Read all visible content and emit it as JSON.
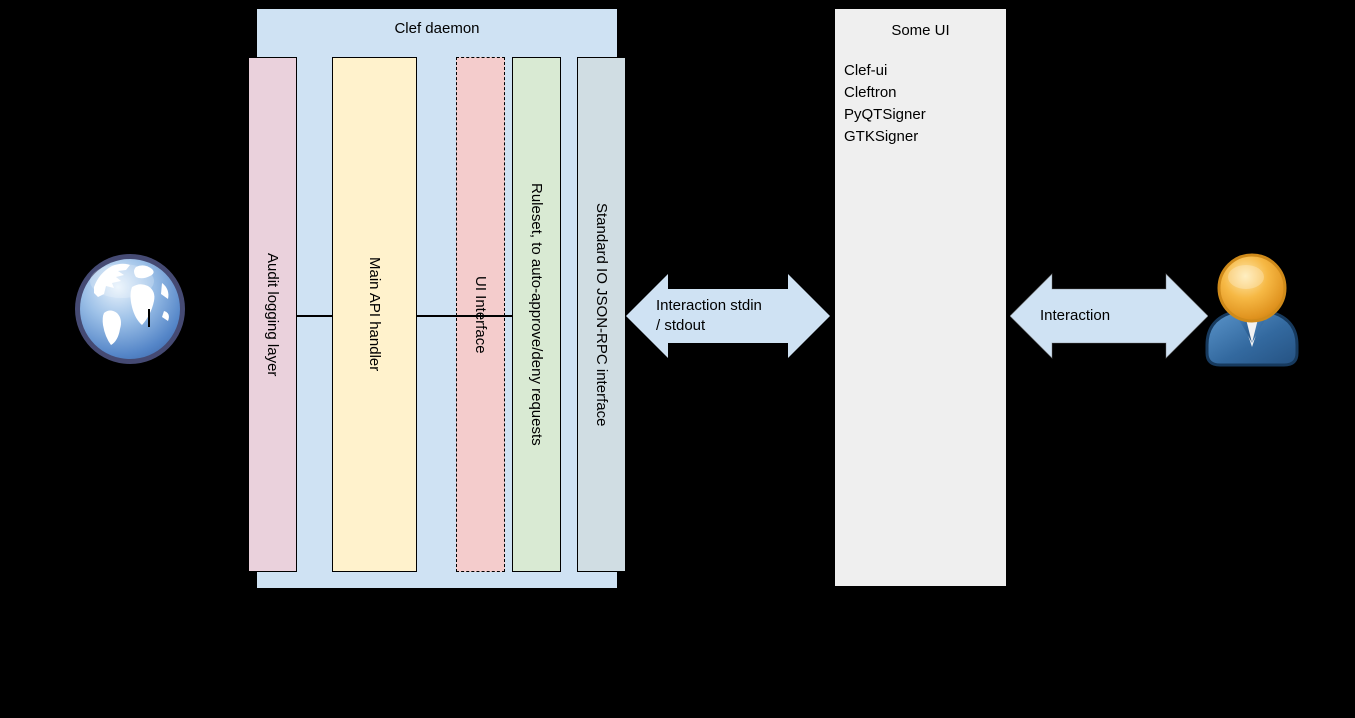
{
  "clef_daemon": {
    "title": "Clef daemon",
    "bars": [
      {
        "id": "audit-logging",
        "label": "Audit logging layer"
      },
      {
        "id": "main-api",
        "label": "Main API handler"
      },
      {
        "id": "ui-interface",
        "label": "UI Interface"
      },
      {
        "id": "ruleset",
        "label": "Ruleset, to auto-approve/deny requests"
      },
      {
        "id": "stdio-jsonrpc",
        "label": "Standard IO JSON-RPC interface"
      }
    ]
  },
  "arrows": [
    {
      "id": "stdin-stdout",
      "label_line1": "Interaction stdin",
      "label_line2": "/ stdout"
    },
    {
      "id": "ui-user",
      "label": "Interaction"
    }
  ],
  "some_ui": {
    "title": "Some UI",
    "items": [
      "Clef-ui",
      "Cleftron",
      "PyQTSigner",
      "GTKSigner"
    ]
  },
  "icons": {
    "left": "globe-icon",
    "right": "user-icon"
  },
  "palette": {
    "background": "#000000",
    "container_blue": "#cfe2f3",
    "bar_audit": "#ead1dc",
    "bar_main_api": "#fff2cc",
    "bar_ui_interface": "#f4cccc",
    "bar_ruleset": "#d9ead3",
    "bar_stdio": "#d0dde3",
    "arrow_fill": "#cfe2f3",
    "some_ui_bg": "#efefef",
    "text": "#000000"
  }
}
